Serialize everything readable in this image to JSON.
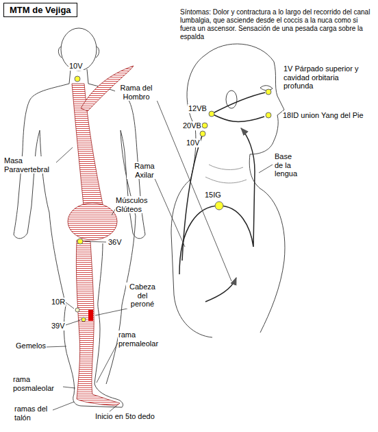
{
  "diagram": {
    "title": "MTM de Vejiga",
    "labels": [
      "Síntomas: Dolor y contractura a lo largo del recorrido del canal lumbalgia, que asciende desde el coccis a la nuca como si fuera un ascensor. Sensación de una pesada carga sobre la espalda",
      "10V",
      "Rama del Hombro",
      "Masa Paravertebral",
      "Rama Axilar",
      "Músculos Glúteos",
      "36V",
      "Cabeza del peroné",
      "10R",
      "39V",
      "rama premaleolar",
      "Gemelos",
      "rama posmaleolar",
      "ramas del talón",
      "Inicio en 5to dedo",
      "1V Párpado superior y cavidad orbitaria profunda",
      "12VB",
      "20VB",
      "10V",
      "18ID union Yang del Pie",
      "Base de la lengua",
      "15IG"
    ]
  }
}
